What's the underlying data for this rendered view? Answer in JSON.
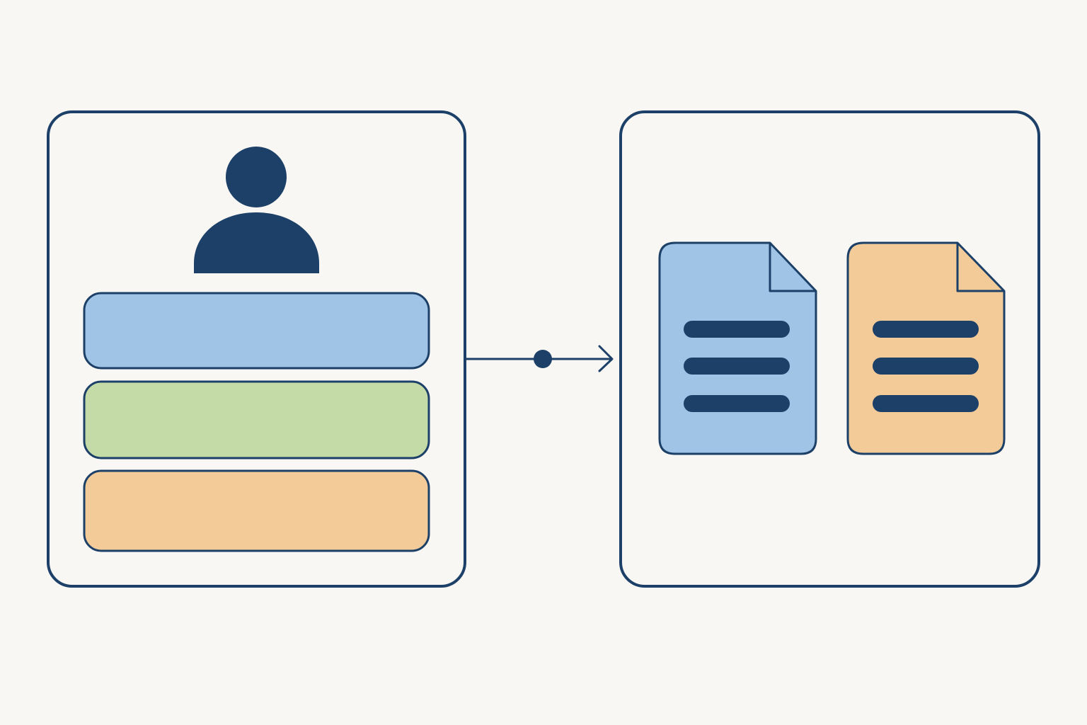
{
  "colors": {
    "background": "#f9f7f3",
    "outline": "#1d4068",
    "blue_fill": "#a0c4e6",
    "green_fill": "#c4dba8",
    "orange_fill": "#f3cb98"
  },
  "left_panel": {
    "icon": "person-icon",
    "rows": [
      {
        "color": "blue"
      },
      {
        "color": "green"
      },
      {
        "color": "orange"
      }
    ]
  },
  "connector": {
    "icon": "arrow-right-icon"
  },
  "right_panel": {
    "documents": [
      {
        "icon": "document-icon",
        "color": "blue",
        "text_lines": 3
      },
      {
        "icon": "document-icon",
        "color": "orange",
        "text_lines": 3
      }
    ]
  }
}
